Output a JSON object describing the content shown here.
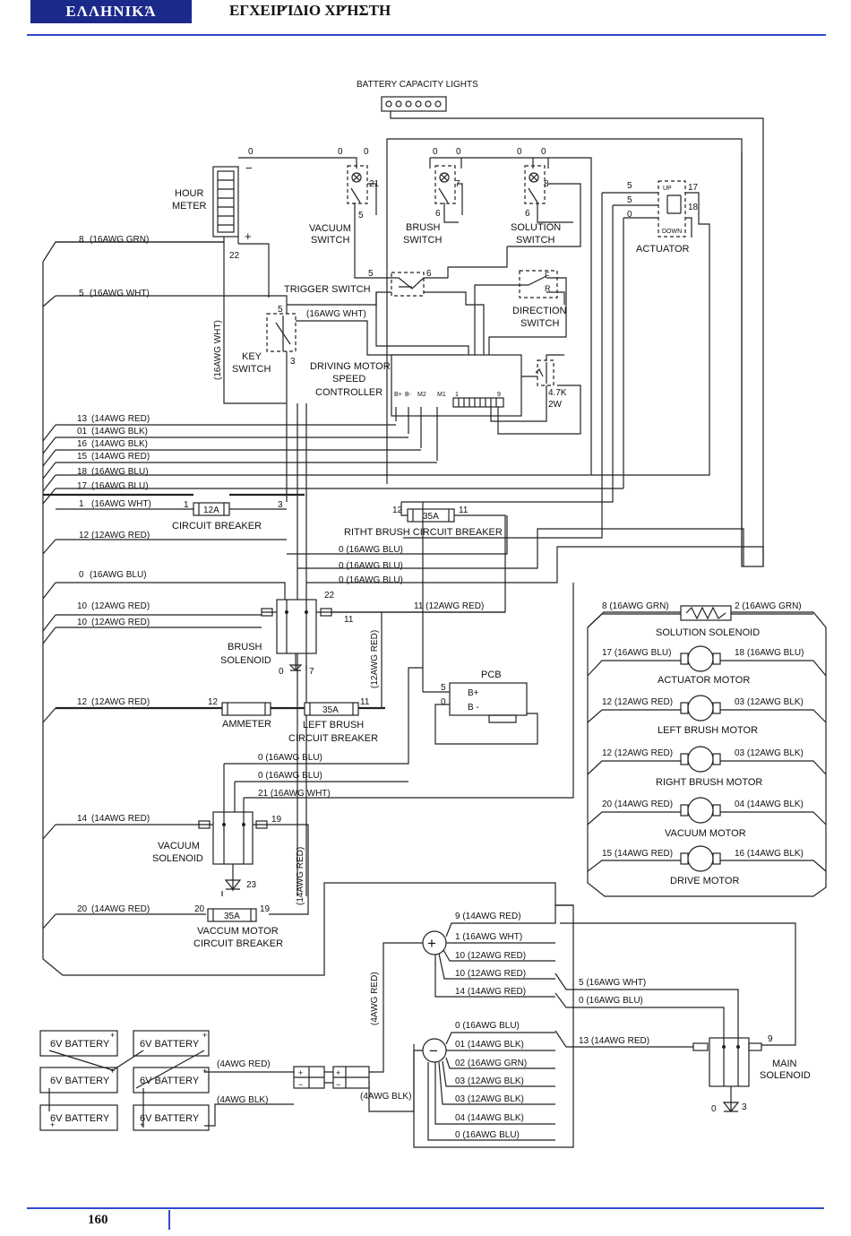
{
  "header": {
    "language": "ΕΛΛΗΝΙΚΆ",
    "title": "ΕΓΧΕΙΡΊΔΙΟ ΧΡΉΣΤΗ"
  },
  "footer": {
    "page_number": "160"
  },
  "components": {
    "battery_lights": "BATTERY CAPACITY LIGHTS",
    "hour_meter": [
      "HOUR",
      "METER"
    ],
    "vacuum_switch": [
      "VACUUM",
      "SWITCH"
    ],
    "brush_switch": [
      "BRUSH",
      "SWITCH"
    ],
    "solution_switch": [
      "SOLUTION",
      "SWITCH"
    ],
    "actuator": "ACTUATOR",
    "actuator_up": "UP",
    "actuator_down": "DOWN",
    "trigger_switch": "TRIGGER SWITCH",
    "direction_switch": [
      "DIRECTION",
      "SWITCH"
    ],
    "dir_f": "F",
    "dir_r": "R",
    "key_switch": [
      "KEY",
      "SWITCH"
    ],
    "controller": [
      "DRIVING MOTOR",
      "SPEED",
      "CONTROLLER"
    ],
    "resistor": [
      "4.7K",
      "2W"
    ],
    "circuit_breaker": "CIRCUIT BREAKER",
    "breaker_12a": "12A",
    "right_brush_cb": "RITHT BRUSH  CIRCUIT BREAKER",
    "breaker_35a": "35A",
    "brush_solenoid": [
      "BRUSH",
      "SOLENOID"
    ],
    "pcb": "PCB",
    "pcb_bplus": "B+",
    "pcb_bminus": "B -",
    "ammeter": "AMMETER",
    "left_brush_cb": [
      "LEFT BRUSH",
      "CIRCUIT BREAKER"
    ],
    "vacuum_solenoid": [
      "VACUUM",
      "SOLENOID"
    ],
    "vaccum_motor_cb": [
      "VACCUM MOTOR",
      "CIRCUIT BREAKER"
    ],
    "main_solenoid": [
      "MAIN",
      "SOLENOID"
    ],
    "battery": "6V BATTERY",
    "solution_solenoid": "SOLUTION SOLENOID",
    "actuator_motor": "ACTUATOR MOTOR",
    "left_brush_motor": "LEFT BRUSH MOTOR",
    "right_brush_motor": "RIGHT BRUSH MOTOR",
    "vacuum_motor": "VACUUM MOTOR",
    "drive_motor": "DRIVE MOTOR"
  },
  "controller_terminals": [
    "B+",
    "B-",
    "M2",
    "M1",
    "1",
    "9"
  ],
  "left_wires": [
    {
      "num": "8",
      "label": "(16AWG GRN)"
    },
    {
      "num": "5",
      "label": "(16AWG WHT)"
    },
    {
      "num": "13",
      "label": "(14AWG RED)"
    },
    {
      "num": "01",
      "label": "(14AWG BLK)"
    },
    {
      "num": "16",
      "label": "(14AWG BLK)"
    },
    {
      "num": "15",
      "label": "(14AWG RED)"
    },
    {
      "num": "18",
      "label": "(16AWG BLU)"
    },
    {
      "num": "17",
      "label": "(16AWG BLU)"
    },
    {
      "num": "1",
      "label": "(16AWG WHT)"
    },
    {
      "num": "12",
      "label": "(12AWG RED)"
    },
    {
      "num": "0",
      "label": "(16AWG BLU)"
    },
    {
      "num": "10",
      "label": "(12AWG RED)"
    },
    {
      "num": "10",
      "label": "(12AWG RED)"
    },
    {
      "num": "12",
      "label": "(12AWG RED)"
    },
    {
      "num": "14",
      "label": "(14AWG RED)"
    },
    {
      "num": "20",
      "label": "(14AWG RED)"
    }
  ],
  "inner_wires": {
    "key_wht": "(16AWG WHT)",
    "vert_wht": "(16AWG WHT)",
    "blu1": "0  (16AWG BLU)",
    "blu2": "0  (16AWG BLU)",
    "blu3": "0  (16AWG BLU)",
    "red11": "11 (12AWG RED)",
    "vert_red12": "(12AWG RED)",
    "vac_blu1": "0   (16AWG BLU)",
    "vac_blu2": "0   (16AWG BLU)",
    "vac_wht": "21  (16AWG WHT)",
    "vert_red14": "(14AWG RED)",
    "vert_red4": "(4AWG RED)",
    "red4": "(4AWG RED)",
    "blk4a": "(4AWG BLK)",
    "blk4b": "(4AWG BLK)"
  },
  "motor_wires": {
    "sol_l": "8 (16AWG GRN)",
    "sol_r": "2 (16AWG GRN)",
    "act_l": "17 (16AWG BLU)",
    "act_r": "18 (16AWG BLU)",
    "lb_l": "12 (12AWG RED)",
    "lb_r": "03 (12AWG BLK)",
    "rb_l": "12 (12AWG RED)",
    "rb_r": "03 (12AWG BLK)",
    "vm_l": "20 (14AWG RED)",
    "vm_r": "04 (14AWG BLK)",
    "dm_l": "15 (14AWG RED)",
    "dm_r": "16 (14AWG BLK)"
  },
  "plus_bus": [
    "9 (14AWG RED)",
    "1 (16AWG WHT)",
    "10 (12AWG RED)",
    "10 (12AWG RED)",
    "14 (14AWG RED)"
  ],
  "minus_bus": [
    "0  (16AWG BLU)",
    "01 (14AWG BLK)",
    "02 (16AWG GRN)",
    "03 (12AWG BLK)",
    "03 (12AWG BLK)",
    "04 (14AWG BLK)",
    "0  (16AWG BLU)"
  ],
  "main_wires": [
    "5 (16AWG WHT)",
    "0 (16AWG BLU)",
    "13 (14AWG RED)"
  ],
  "terminals": {
    "zero": "0",
    "one": "1",
    "three": "3",
    "five": "5",
    "six": "6",
    "seven": "7",
    "eight": "8",
    "nine": "9",
    "eleven": "11",
    "twelve": "12",
    "seventeen": "17",
    "eighteen": "18",
    "nineteen": "19",
    "twenty": "20",
    "twentyone": "21",
    "twentytwo": "22",
    "twentythree": "23",
    "plus": "+",
    "minus": "−"
  }
}
